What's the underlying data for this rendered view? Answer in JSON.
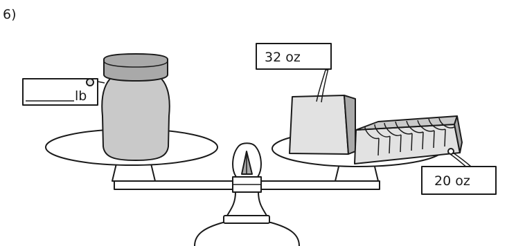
{
  "problem": {
    "number_label": "6)"
  },
  "tags": {
    "jar_unit": "lb",
    "bag_weight": "32 oz",
    "box_weight": "20 oz"
  }
}
